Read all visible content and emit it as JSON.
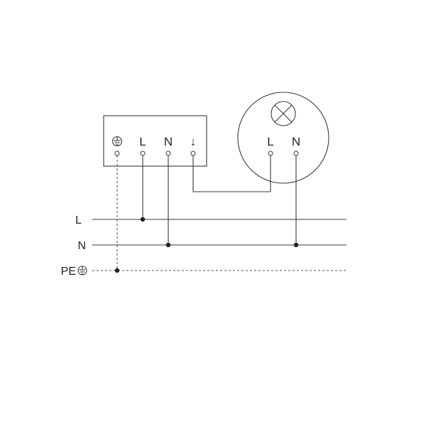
{
  "rails": [
    {
      "id": "L",
      "label": "L"
    },
    {
      "id": "N",
      "label": "N"
    },
    {
      "id": "PE",
      "label": "PE"
    }
  ],
  "sensor_terminals": [
    {
      "id": "pe",
      "label": "",
      "icon": "ground-icon"
    },
    {
      "id": "L",
      "label": "L"
    },
    {
      "id": "N",
      "label": "N"
    },
    {
      "id": "out",
      "label": "↓"
    }
  ],
  "lamp_terminals": [
    {
      "id": "L",
      "label": "L"
    },
    {
      "id": "N",
      "label": "N"
    }
  ],
  "colors": {
    "line": "#3a3a3a",
    "pe_line": "#555555",
    "text": "#222222"
  }
}
